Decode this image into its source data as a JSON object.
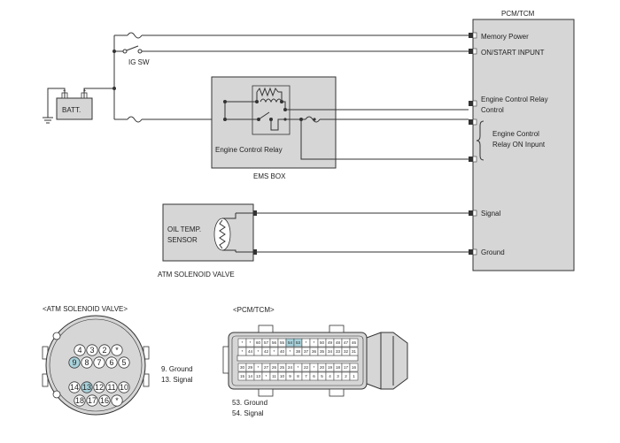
{
  "pcm": {
    "title": "PCM/TCM",
    "pins": {
      "memory_power": "Memory Power",
      "on_start": "ON/START  INPUNT",
      "ecr_control_1": "Engine Control Relay",
      "ecr_control_2": "Control",
      "ecr_on_1": "Engine Control",
      "ecr_on_2": "Relay ON Inpunt",
      "signal": "Signal",
      "ground": "Ground"
    }
  },
  "batt": "BATT.",
  "ig_sw": "IG SW",
  "ems": {
    "relay_label": "Engine Control Relay",
    "box_label": "EMS BOX"
  },
  "sensor": {
    "line1": "OIL TEMP.",
    "line2": "SENSOR",
    "caption": "ATM SOLENOID VALVE"
  },
  "atm_connector": {
    "title": "<ATM SOLENOID VALVE>",
    "row1": [
      "4",
      "3",
      "2",
      "*"
    ],
    "row2": [
      "9",
      "8",
      "7",
      "6",
      "5"
    ],
    "row3": [
      "14",
      "13",
      "12",
      "11",
      "10"
    ],
    "row4": [
      "18",
      "17",
      "16",
      "*"
    ],
    "highlight": [
      "9",
      "13"
    ],
    "highlight_color": "#a9d3dc",
    "notes": [
      "9. Ground",
      "13. Signal"
    ]
  },
  "pcm_connector": {
    "title": "<PCM/TCM>",
    "row1": [
      "*",
      "*",
      "60",
      "57",
      "56",
      "55",
      "54",
      "53",
      "*",
      "*",
      "50",
      "49",
      "48",
      "47",
      "46"
    ],
    "row2": [
      "*",
      "44",
      "*",
      "42",
      "*",
      "40",
      "*",
      "38",
      "37",
      "36",
      "35",
      "34",
      "33",
      "32",
      "31"
    ],
    "row3": [
      "30",
      "29",
      "*",
      "27",
      "26",
      "25",
      "24",
      "*",
      "22",
      "*",
      "20",
      "19",
      "18",
      "17",
      "16"
    ],
    "row4": [
      "15",
      "14",
      "13",
      "*",
      "11",
      "10",
      "9",
      "8",
      "7",
      "6",
      "5",
      "4",
      "3",
      "2",
      "1"
    ],
    "highlight": [
      "54",
      "53"
    ],
    "highlight_color": "#a9d3dc",
    "notes": [
      "53. Ground",
      "54. Signal"
    ]
  }
}
